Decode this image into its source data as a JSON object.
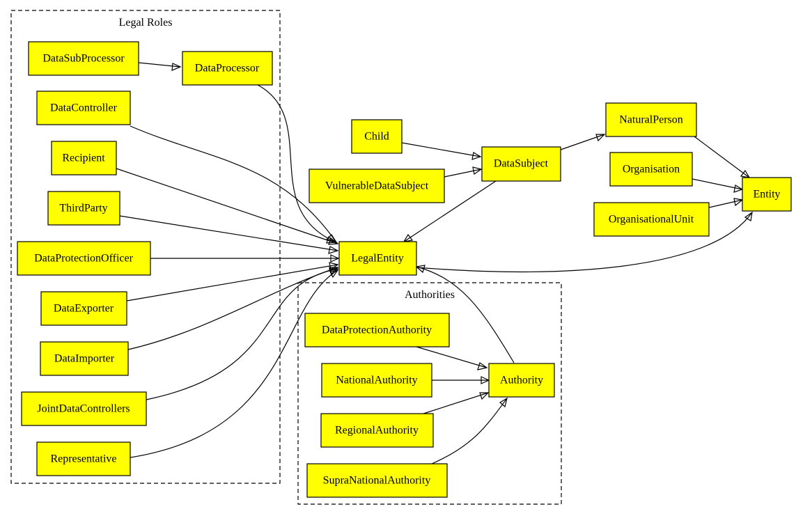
{
  "clusters": {
    "legal_roles": {
      "label": "Legal Roles"
    },
    "authorities": {
      "label": "Authorities"
    }
  },
  "nodes": {
    "data_sub_processor": "DataSubProcessor",
    "data_processor": "DataProcessor",
    "data_controller": "DataController",
    "recipient": "Recipient",
    "third_party": "ThirdParty",
    "data_protection_officer": "DataProtectionOfficer",
    "data_exporter": "DataExporter",
    "data_importer": "DataImporter",
    "joint_data_controllers": "JointDataControllers",
    "representative": "Representative",
    "child": "Child",
    "vulnerable_data_subject": "VulnerableDataSubject",
    "data_subject": "DataSubject",
    "natural_person": "NaturalPerson",
    "organisation": "Organisation",
    "organisational_unit": "OrganisationalUnit",
    "entity": "Entity",
    "legal_entity": "LegalEntity",
    "data_protection_authority": "DataProtectionAuthority",
    "national_authority": "NationalAuthority",
    "regional_authority": "RegionalAuthority",
    "supra_national_authority": "SupraNationalAuthority",
    "authority": "Authority"
  },
  "edges": [
    {
      "from": "data_sub_processor",
      "to": "data_processor"
    },
    {
      "from": "data_processor",
      "to": "legal_entity"
    },
    {
      "from": "data_controller",
      "to": "legal_entity"
    },
    {
      "from": "recipient",
      "to": "legal_entity"
    },
    {
      "from": "third_party",
      "to": "legal_entity"
    },
    {
      "from": "data_protection_officer",
      "to": "legal_entity"
    },
    {
      "from": "data_exporter",
      "to": "legal_entity"
    },
    {
      "from": "data_importer",
      "to": "legal_entity"
    },
    {
      "from": "joint_data_controllers",
      "to": "legal_entity"
    },
    {
      "from": "representative",
      "to": "legal_entity"
    },
    {
      "from": "child",
      "to": "data_subject"
    },
    {
      "from": "vulnerable_data_subject",
      "to": "data_subject"
    },
    {
      "from": "data_subject",
      "to": "legal_entity"
    },
    {
      "from": "data_subject",
      "to": "natural_person"
    },
    {
      "from": "natural_person",
      "to": "entity"
    },
    {
      "from": "organisation",
      "to": "entity"
    },
    {
      "from": "organisational_unit",
      "to": "entity"
    },
    {
      "from": "legal_entity",
      "to": "entity"
    },
    {
      "from": "authority",
      "to": "legal_entity"
    },
    {
      "from": "data_protection_authority",
      "to": "authority"
    },
    {
      "from": "national_authority",
      "to": "authority"
    },
    {
      "from": "regional_authority",
      "to": "authority"
    },
    {
      "from": "supra_national_authority",
      "to": "authority"
    }
  ],
  "colors": {
    "node_fill": "#ffff00",
    "stroke": "#000000"
  }
}
